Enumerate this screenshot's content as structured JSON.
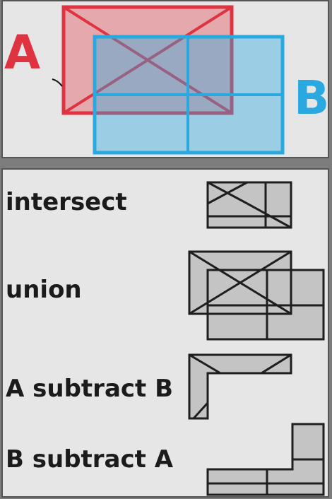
{
  "shapes": {
    "a_label": "A",
    "b_label": "B",
    "a_color": "#e03342",
    "b_color": "#2aa9e0"
  },
  "operations": [
    {
      "label": "intersect",
      "icon": "intersect-icon"
    },
    {
      "label": "union",
      "icon": "union-icon"
    },
    {
      "label": "A subtract B",
      "icon": "a-subtract-b-icon"
    },
    {
      "label": "B subtract A",
      "icon": "b-subtract-a-icon"
    }
  ],
  "colors": {
    "panel_bg": "#e6e6e6",
    "result_fill": "#c4c4c4",
    "outline": "#1e1e1e"
  }
}
